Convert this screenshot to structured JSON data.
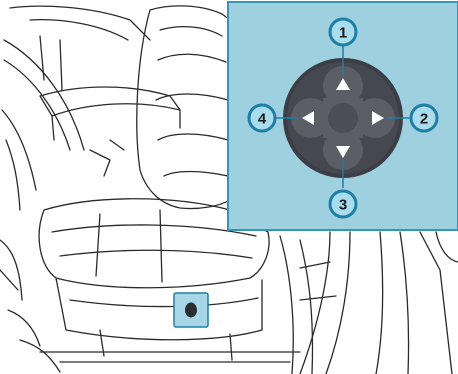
{
  "figure": {
    "title": "",
    "illustration": "car-seat-line-drawing",
    "colors": {
      "inset_fill": "#9fd0df",
      "inset_border": "#3a95b5",
      "control_outer": "#3b3e44",
      "control_inner": "#5b5e64",
      "highlight_switch": "#a7d7e6",
      "callout_fill": "#a9dcec",
      "callout_ring": "#1e7ea3",
      "line": "#2a2a2a"
    }
  },
  "callouts": [
    {
      "id": "1",
      "label": "1",
      "direction": "up"
    },
    {
      "id": "2",
      "label": "2",
      "direction": "right"
    },
    {
      "id": "3",
      "label": "3",
      "direction": "down"
    },
    {
      "id": "4",
      "label": "4",
      "direction": "left"
    }
  ],
  "control": {
    "icon": "four-way-lumbar-switch-icon",
    "arrows": [
      "up",
      "right",
      "down",
      "left"
    ]
  },
  "switch_highlight": {
    "icon": "seat-side-switch-icon"
  }
}
